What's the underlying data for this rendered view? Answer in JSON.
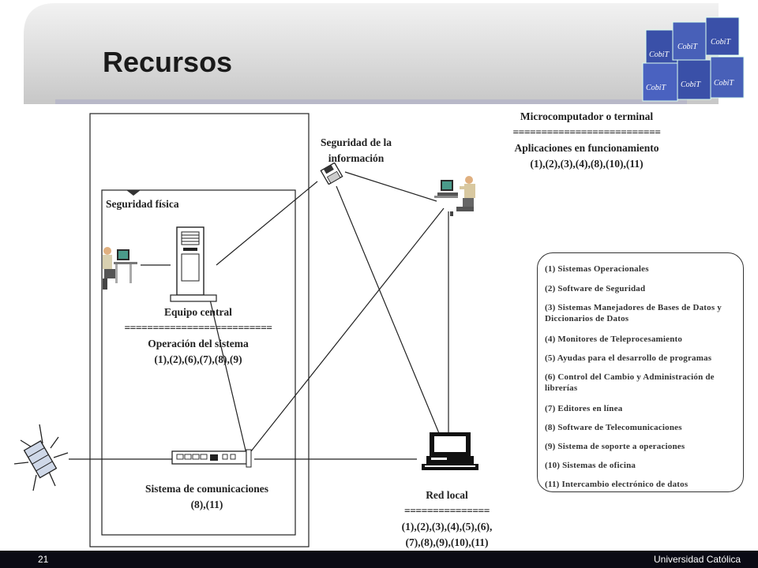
{
  "slide": {
    "title": "Recursos",
    "page_number": "21",
    "footer_org": "Universidad Católica"
  },
  "nodes": {
    "seguridad_info": {
      "line1": "Seguridad de la",
      "line2": "información"
    },
    "seguridad_fisica": {
      "label": "Seguridad física"
    },
    "micro": {
      "title": "Microcomputador o terminal",
      "separator": "==========================",
      "subtitle": "Aplicaciones en funcionamiento",
      "codes": "(1),(2),(3),(4),(8),(10),(11)"
    },
    "equipo_central": {
      "title": "Equipo central",
      "separator": "==========================",
      "subtitle": "Operación del sistema",
      "codes": "(1),(2),(6),(7),(8),(9)"
    },
    "comunicaciones": {
      "title": "Sistema de comunicaciones",
      "codes": "(8),(11)"
    },
    "red_local": {
      "title": "Red local",
      "separator": "===============",
      "codes_line1": "(1),(2),(3),(4),(5),(6),",
      "codes_line2": "(7),(8),(9),(10),(11)"
    }
  },
  "legend": [
    "(1) Sistemas Operacionales",
    "(2) Software de Seguridad",
    "(3) Sistemas Manejadores de Bases de Datos y Diccionarios de Datos",
    "(4) Monitores de Teleprocesamiento",
    "(5) Ayudas para el desarrollo de programas",
    "(6) Control del Cambio y Administración de librerías",
    "(7) Editores en línea",
    "(8) Software de Telecomunicaciones",
    "(9) Sistema de soporte a operaciones",
    "(10) Sistemas de oficina",
    "(11) Intercambio electrónico de datos"
  ],
  "logo_text": [
    "CobiT",
    "CobiT",
    "CobiT",
    "CobiT",
    "CobiT",
    "CobiT"
  ],
  "colors": {
    "title_band": "#dedede",
    "footer": "#0a0a14",
    "line": "#222222",
    "logo_blue": "#3a50a8"
  }
}
